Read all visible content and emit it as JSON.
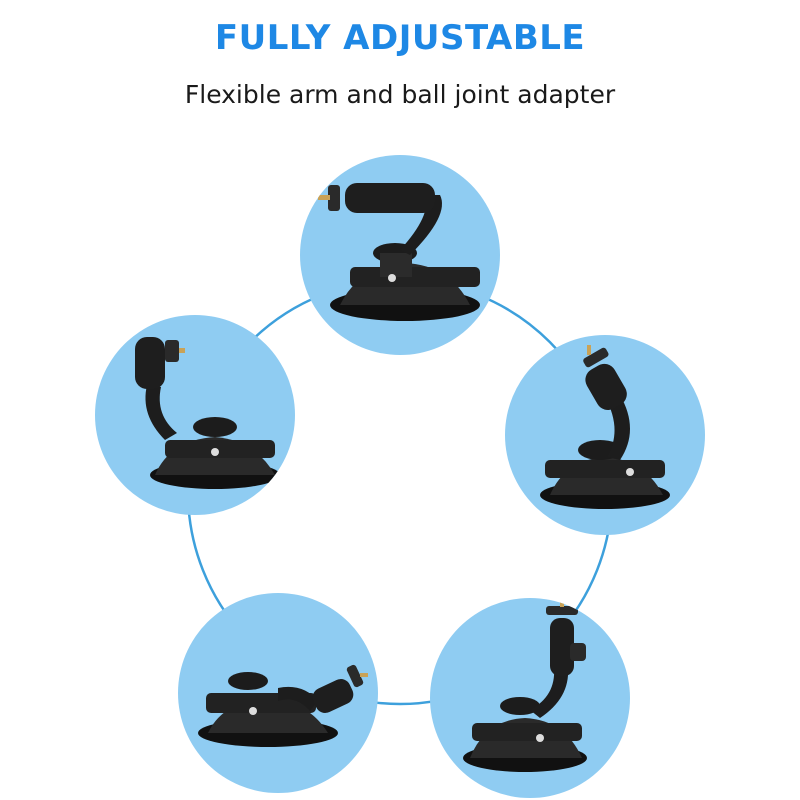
{
  "header": {
    "title": "FULLY ADJUSTABLE",
    "subtitle": "Flexible arm and ball joint adapter"
  },
  "colors": {
    "title": "#1e88e5",
    "subtitle": "#1a1a1a",
    "bubble_fill": "#8fccf2",
    "ring_line": "#3da0dc",
    "mount_body": "#1c1c1c",
    "background": "#ffffff"
  },
  "positions": [
    {
      "id": "top",
      "pose": "arm-bent-horizontal-left"
    },
    {
      "id": "right",
      "pose": "arm-curved-tilted-up-left"
    },
    {
      "id": "left",
      "pose": "arm-curved-up-left-screw-right"
    },
    {
      "id": "bottom-left",
      "pose": "arm-flat-extended-right"
    },
    {
      "id": "bottom-right",
      "pose": "arm-vertical-upright"
    }
  ]
}
